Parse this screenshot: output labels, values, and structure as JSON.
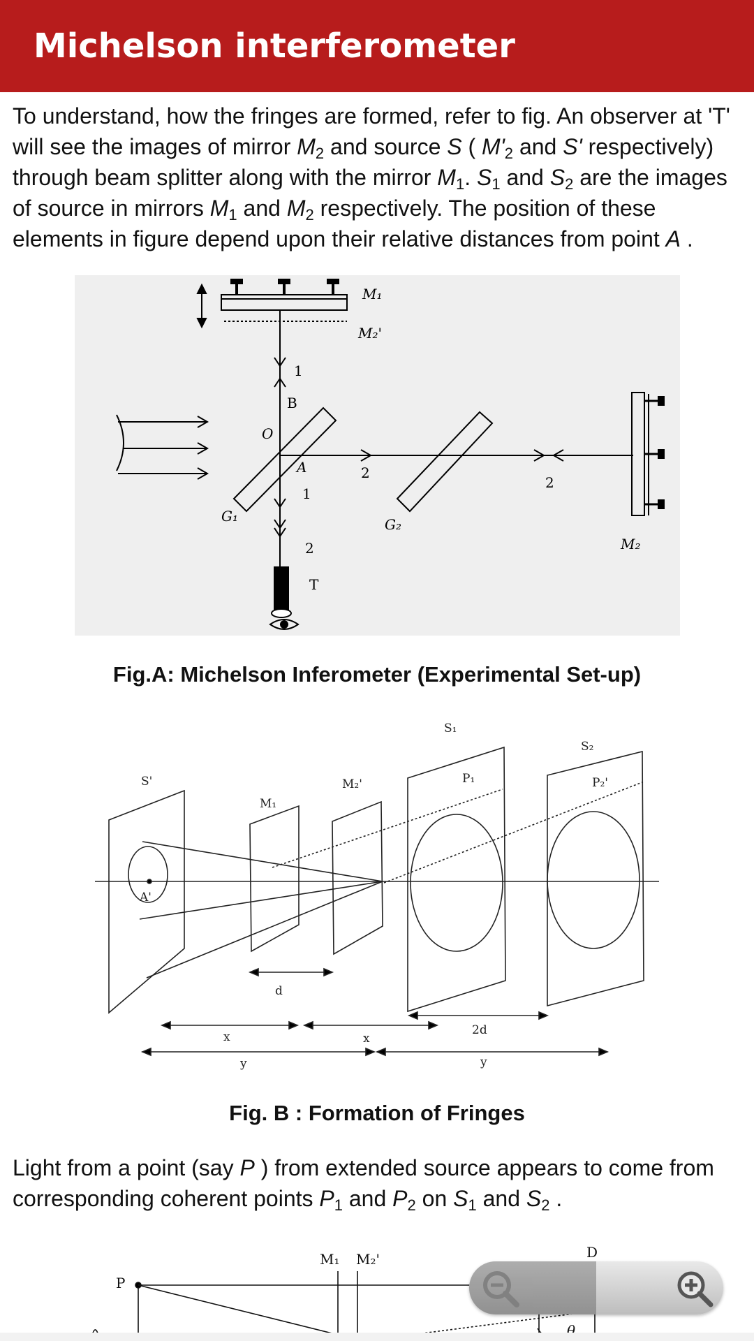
{
  "appbar": {
    "title": "Michelson interferometer"
  },
  "intro": {
    "parts": [
      {
        "t": "To understand, how the fringes are formed, refer to fig. An observer at 'T' will see the images of mirror "
      },
      {
        "i": "M",
        "s": "2"
      },
      {
        "t": " and source "
      },
      {
        "i": "S"
      },
      {
        "t": " ( "
      },
      {
        "i": "M'",
        "s": "2"
      },
      {
        "t": " and "
      },
      {
        "i": "S'"
      },
      {
        "t": " respectively) through beam splitter along with the mirror "
      },
      {
        "i": "M",
        "s": "1"
      },
      {
        "t": ". "
      },
      {
        "i": "S",
        "s": "1"
      },
      {
        "t": " and "
      },
      {
        "i": "S",
        "s": "2"
      },
      {
        "t": " are the images of source in mirrors "
      },
      {
        "i": "M",
        "s": "1"
      },
      {
        "t": " and "
      },
      {
        "i": "M",
        "s": "2"
      },
      {
        "t": " respectively. The position of these elements in figure depend upon their relative distances from point "
      },
      {
        "i": "A"
      },
      {
        "t": " ."
      }
    ]
  },
  "figA": {
    "caption": "Fig.A: Michelson Inferometer (Experimental Set-up)",
    "labels": {
      "m1": "M₁",
      "m2p": "M₂'",
      "one_top": "1",
      "b": "B",
      "o": "O",
      "a": "A",
      "two_mid": "2",
      "one_low": "1",
      "two_low": "2",
      "t": "T",
      "g1": "G₁",
      "g2": "G₂",
      "two_right": "2",
      "m2": "M₂"
    }
  },
  "figB": {
    "caption": "Fig. B : Formation of Fringes",
    "labels": {
      "s1": "S₁",
      "s2": "S₂",
      "s_prime": "S'",
      "m1": "M₁",
      "m2p": "M₂'",
      "p1": "P₁",
      "p2p": "P₂'",
      "a_prime": "A'",
      "d": "d",
      "two_d": "2d",
      "x1": "x",
      "x2": "x",
      "y1": "y",
      "y2": "y"
    }
  },
  "para2": {
    "parts": [
      {
        "t": "Light from a point (say "
      },
      {
        "i": "P"
      },
      {
        "t": " ) from extended source appears to come from corresponding coherent points "
      },
      {
        "i": "P",
        "s": "1"
      },
      {
        "t": " and "
      },
      {
        "i": "P",
        "s": "2"
      },
      {
        "t": " on "
      },
      {
        "i": "S",
        "s": "1"
      },
      {
        "t": " and "
      },
      {
        "i": "S",
        "s": "2"
      },
      {
        "t": " ."
      }
    ]
  },
  "figC": {
    "labels": {
      "m1": "M₁",
      "m2p": "M₂'",
      "p": "P",
      "theta": "θ",
      "d": "D"
    }
  },
  "zoom": {
    "out_icon": "zoom-out-icon",
    "in_icon": "zoom-in-icon"
  }
}
